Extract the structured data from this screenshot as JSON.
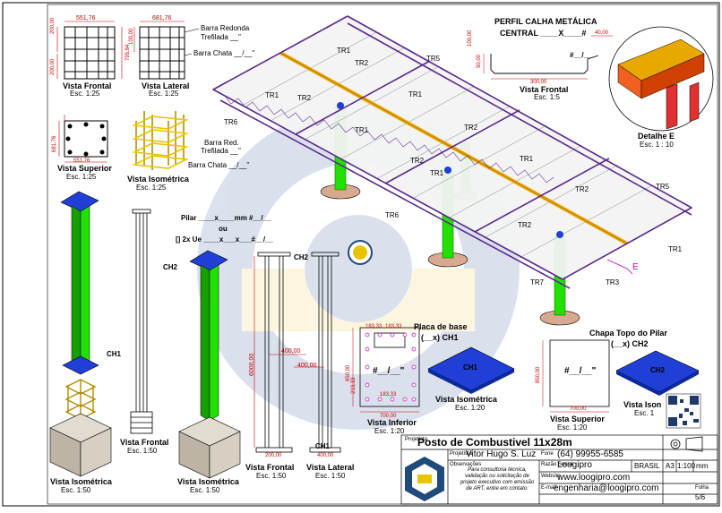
{
  "colors": {
    "accent_blue": "#1f3fd6",
    "column_green": "#22e000",
    "truss_purple": "#5b2a8c",
    "beam_yellow": "#e8c400",
    "footing_beige": "#d6cfc2",
    "logo_blue": "#1f4a7a",
    "dimension_red": "#cc0000"
  },
  "views": {
    "frontal_top": {
      "title": "Vista Frontal",
      "scale": "Esc. 1:25",
      "dim_w": "551,76",
      "dim_h1": "200,00",
      "dim_h2": "795,84",
      "dim_h3": "200,00"
    },
    "lateral_top": {
      "title": "Vista Lateral",
      "scale": "Esc. 1:25",
      "dim_w": "681,76",
      "dim_h": "100,00",
      "note1": "Barra Redonda",
      "note2": "Trefilada __\"",
      "note3": "Barra Chata __/__\""
    },
    "superior_top": {
      "title": "Vista Superior",
      "scale": "Esc. 1:25",
      "dim_w": "551,76",
      "dim_h": "681,76"
    },
    "iso_cage": {
      "title": "Vista Isométrica",
      "scale": "Esc. 1:25",
      "note1": "Barra Red.",
      "note2": "Trefilada __\"",
      "note3": "Barra Chata __/__\""
    },
    "iso_column_left": {
      "title": "Vista Isométrica",
      "scale": "Esc. 1:50",
      "tag": "CH1"
    },
    "frontal_column": {
      "title": "Vista Frontal",
      "scale": "Esc. 1:50"
    },
    "iso_column_right": {
      "title": "Vista Isométrica",
      "scale": "Esc. 1:50",
      "tag": "CH2"
    },
    "pilar_spec": {
      "line1": "Pilar ____x____mm #__/__",
      "line2": "ou",
      "line3": "[] 2x Ue ____x___x___#__/__"
    },
    "frontal_pilar": {
      "title": "Vista Frontal",
      "scale": "Esc. 1:50",
      "dim_h": "6000,00",
      "dim_w": "400,00",
      "dim_b": "200,00",
      "tag_top": "CH2",
      "tag_bottom": "CH1"
    },
    "lateral_pilar": {
      "title": "Vista Lateral",
      "scale": "Esc. 1:50",
      "dim_w": "400,00",
      "dim_b": "400,00"
    },
    "placa_base": {
      "title": "Placa de base",
      "subtitle": "(__x) CH1",
      "thickness": "#__/__\"",
      "dim_a": "183,33",
      "dim_b": "183,33",
      "dim_c": "850,00",
      "dim_d": "213,33",
      "dim_e": "183,33",
      "dim_w": "700,00",
      "view": "Vista Inferior",
      "scale": "Esc. 1:20"
    },
    "placa_iso": {
      "title": "Vista Isométrica",
      "scale": "Esc. 1:20",
      "tag": "CH1"
    },
    "chapa_topo": {
      "title": "Chapa Topo do Pilar",
      "subtitle": "(__x) CH2",
      "thickness": "#__/__\"",
      "dim_h": "850,00",
      "dim_w": "700,00",
      "view": "Vista Superior",
      "scale": "Esc. 1:20"
    },
    "chapa_iso": {
      "title": "Vista Ison",
      "scale": "Esc. 1",
      "tag": "CH2"
    },
    "calha": {
      "title": "PERFIL CALHA METÁLICA",
      "subtitle": "CENTRAL ____X____#",
      "d1": "40,00",
      "d2": "100,00",
      "d3": "50,00",
      "d4": "300,00",
      "thickness": "#__/__",
      "view": "Vista Frontal",
      "scale": "Esc. 1:5"
    },
    "detalhe": {
      "title": "Detalhe E",
      "scale": "Esc. 1 : 10"
    },
    "main_labels": {
      "tr1": "TR1",
      "tr2": "TR2",
      "tr3": "TR3",
      "tr5": "TR5",
      "tr6": "TR6",
      "tr7": "TR7",
      "e": "E"
    }
  },
  "title_block": {
    "project_title": "Posto de Combustivel 11x28m",
    "label_project": "Projetista",
    "designer": "Vitor Hugo S. Luz",
    "label_phone": "Fone",
    "phone": "(64) 99955-6585",
    "label_notes": "Observações",
    "notes": "Para consultoria técnica, validação ou solicitação de projeto executivo com emissão de ART, entre em contato:",
    "label_company": "Razão Social",
    "company": "Loogipro",
    "label_site": "Website",
    "website": "www.loogipro.com",
    "label_email": "E-mail",
    "email": "engenharia@loogipro.com",
    "country": "BRASIL",
    "sheet_size": "A3",
    "scale": "1:100",
    "unit": "mm",
    "label_page": "Folha",
    "page": "5/6"
  }
}
